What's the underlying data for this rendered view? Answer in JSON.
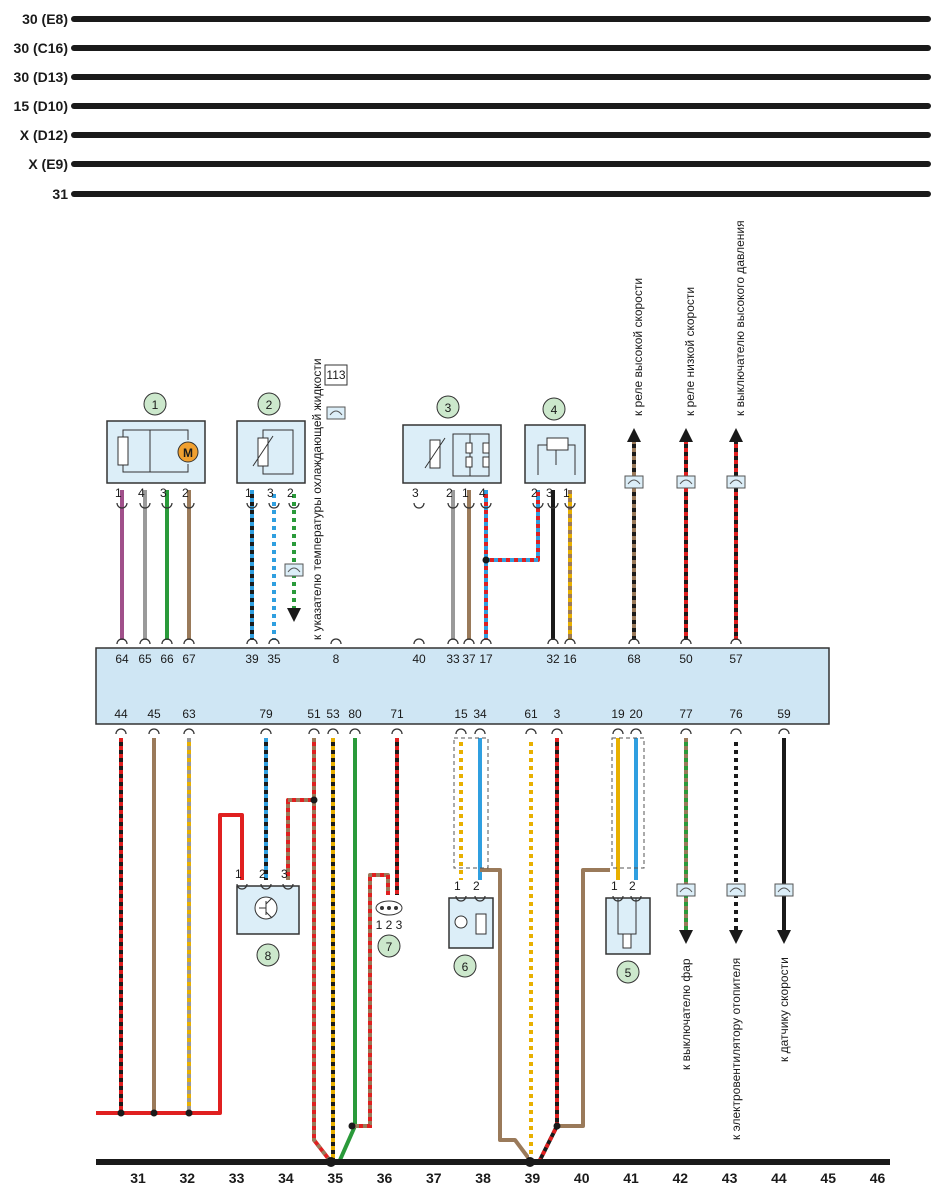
{
  "bus_labels": [
    "30 (E8)",
    "30 (C16)",
    "30 (D13)",
    "15 (D10)",
    "X (D12)",
    "X (E9)",
    "31"
  ],
  "components": [
    "1",
    "2",
    "3",
    "4",
    "5",
    "6",
    "7",
    "8"
  ],
  "comp1_pins": [
    "1",
    "4",
    "3",
    "2"
  ],
  "comp2_pins": [
    "1",
    "3",
    "2"
  ],
  "comp3_pins": [
    "3",
    "2",
    "1",
    "4"
  ],
  "comp4_pins": [
    "2",
    "3",
    "1"
  ],
  "comp5_pins": [
    "1",
    "2"
  ],
  "comp6_pins": [
    "1",
    "2"
  ],
  "comp7_pins": "1 2 3",
  "comp8_pins": [
    "1",
    "2",
    "3"
  ],
  "relay_symbol": "M",
  "box_113": "113",
  "ecu_top_pins": [
    "64",
    "65",
    "66",
    "67",
    "39",
    "35",
    "8",
    "40",
    "33",
    "37",
    "17",
    "32",
    "16",
    "68",
    "50",
    "57"
  ],
  "ecu_bottom_pins": [
    "44",
    "45",
    "63",
    "79",
    "51",
    "53",
    "80",
    "71",
    "15",
    "34",
    "61",
    "3",
    "19",
    "20",
    "77",
    "76",
    "59"
  ],
  "ground_numbers": [
    "31",
    "32",
    "33",
    "34",
    "35",
    "36",
    "37",
    "38",
    "39",
    "40",
    "41",
    "42",
    "43",
    "44",
    "45",
    "46"
  ],
  "labels": {
    "coolant": "к указателю температуры охлаждающей жидкости",
    "high_speed": "к реле высокой скорости",
    "low_speed": "к реле низкой скорости",
    "high_pressure": "к выключателю высокого давления",
    "headlights": "к выключателю фар",
    "heater_fan": "к электровентилятору отопителя",
    "speed_sensor": "к датчику скорости"
  },
  "colors": {
    "wire_black": "#1a1a1a",
    "wire_red": "#e02020",
    "wire_brown": "#9a7a5a",
    "wire_green": "#2a9a3a",
    "wire_blue": "#2f9fe0",
    "wire_yellow": "#e8b000",
    "wire_grey": "#9a9a9a",
    "wire_violet": "#a0508a",
    "wire_white": "#ffffff",
    "ecu_fill": "#cfe6f4",
    "component_fill": "#dceef8",
    "label_circle": "#cce8cc",
    "motor_fill": "#f0a030"
  }
}
